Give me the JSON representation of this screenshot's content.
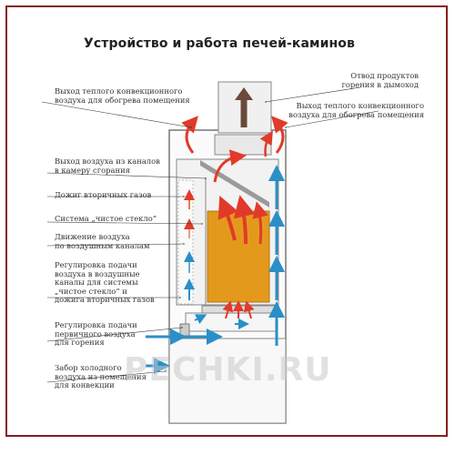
{
  "title": "Устройство и работа печей-каминов",
  "labels": {
    "warm_air_left": [
      "Выход теплого конвекционного",
      "воздуха для обогрева помещения"
    ],
    "flue_gas": [
      "Отвод продуктов",
      "горения в дымоход"
    ],
    "warm_air_right": [
      "Выход теплого конвекционного",
      "воздуха для обогрева помещения"
    ],
    "air_channels_exit": [
      "Выход воздуха из каналов",
      "в камеру сгорания"
    ],
    "secondary_gas": [
      "Дожиг вторичных газов"
    ],
    "clean_glass": [
      "Система „чистое стекло“"
    ],
    "air_movement": [
      "Движение воздуха",
      "по воздушным каналам"
    ],
    "regulation_secondary": [
      "Регулировка подачи",
      "воздуха в воздушные",
      "каналы для системы",
      "„чистое стекло“ и",
      "дожига вторичных газов"
    ],
    "regulation_primary": [
      "Регулировка подачи",
      "первичного воздуха",
      "для горения"
    ],
    "cold_air": [
      "Забор холодного",
      "воздуха из помещения",
      "для конвекции"
    ]
  },
  "watermark": "PECHKI.RU",
  "colors": {
    "border": "#8a1c1c",
    "fire": "#e39a1c",
    "hot_arrow": "#e23a2a",
    "cold_arrow": "#2a8fc8",
    "flue_arrow": "#6b4a3a",
    "stove_line": "#666666"
  }
}
